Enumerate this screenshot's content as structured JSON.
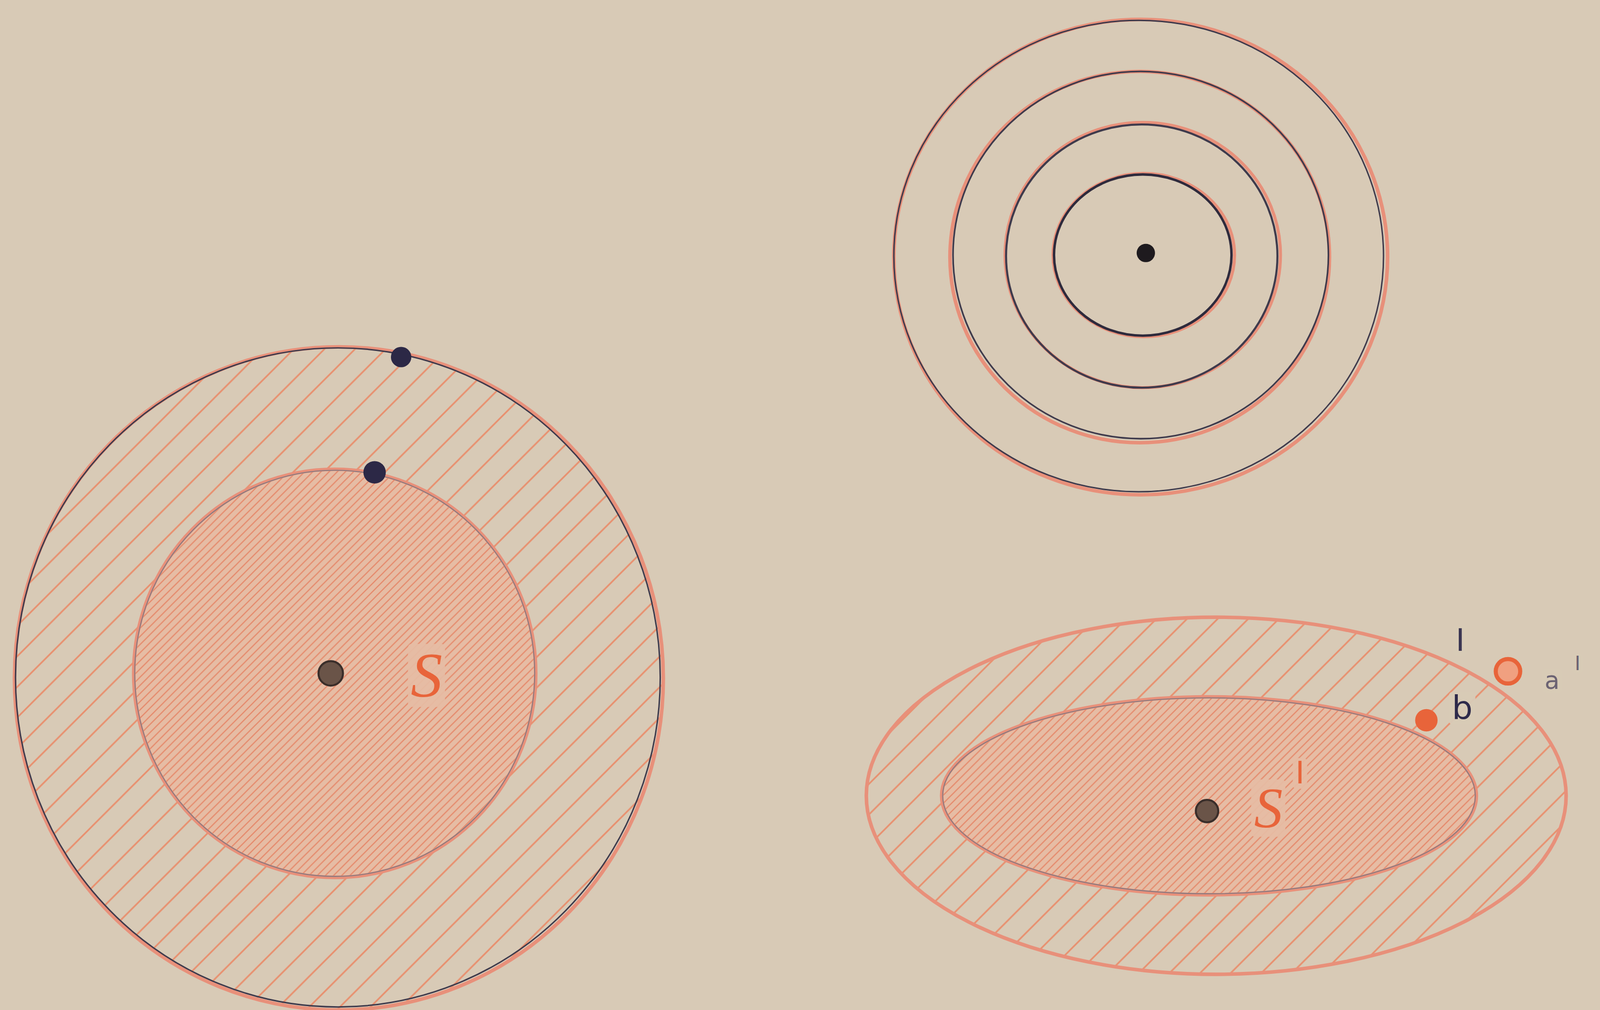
{
  "diagram": {
    "nodes": [
      {
        "text": [
          "S"
        ]
      },
      {
        "text": [
          "S",
          "I"
        ]
      }
    ],
    "labels": [
      "I",
      "b",
      "a",
      "I"
    ]
  }
}
